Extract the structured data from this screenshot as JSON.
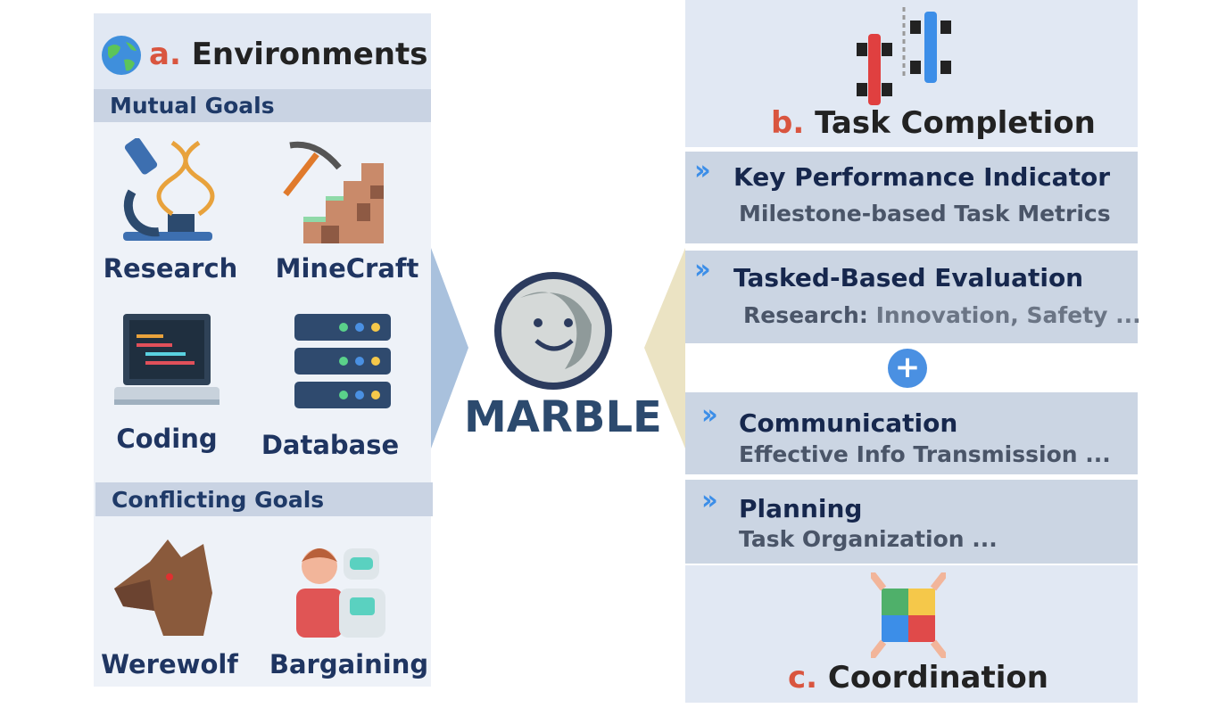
{
  "environments": {
    "letter": "a.",
    "title": "Environments",
    "mutual_goals": "Mutual Goals",
    "conflicting_goals": "Conflicting Goals",
    "items": [
      "Research",
      "MineCraft",
      "Coding",
      "Database"
    ],
    "conflict_items": [
      "Werewolf",
      "Bargaining"
    ]
  },
  "center": {
    "name": "MARBLE"
  },
  "task_completion": {
    "letter": "b.",
    "title": "Task Completion",
    "kpi_title": "Key Performance Indicator",
    "kpi_sub": "Milestone-based Task Metrics",
    "tbe_title": "Tasked-Based Evaluation",
    "tbe_sub_label": "Research:",
    "tbe_sub": "Innovation, Safety ..."
  },
  "coordination": {
    "letter": "c.",
    "title": "Coordination",
    "comm_title": "Communication",
    "comm_sub": "Effective Info Transmission ...",
    "plan_title": "Planning",
    "plan_sub": "Task Organization ..."
  },
  "plus": "+"
}
